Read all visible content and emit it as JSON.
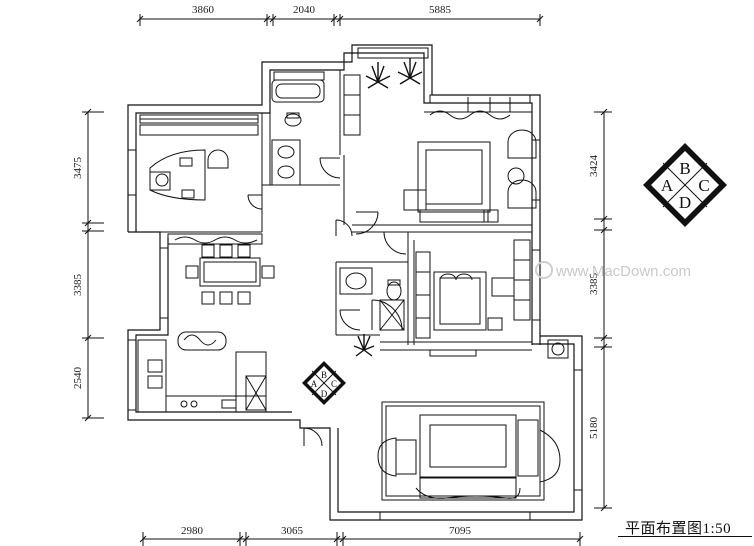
{
  "dimensions": {
    "top": [
      "3860",
      "2040",
      "5885"
    ],
    "bottom": [
      "2980",
      "3065",
      "7095"
    ],
    "left": [
      "3475",
      "3385",
      "2540"
    ],
    "right": [
      "3424",
      "3385",
      "5180"
    ]
  },
  "compass_large": {
    "a": "A",
    "b": "B",
    "c": "C",
    "d": "D"
  },
  "compass_small": {
    "a": "A",
    "b": "B",
    "c": "C",
    "d": "D"
  },
  "watermark": "www.MacDown.com",
  "title": "平面布置图1:50",
  "colors": {
    "line": "#111111",
    "background": "#ffffff",
    "watermark": "#c9c9c9"
  }
}
